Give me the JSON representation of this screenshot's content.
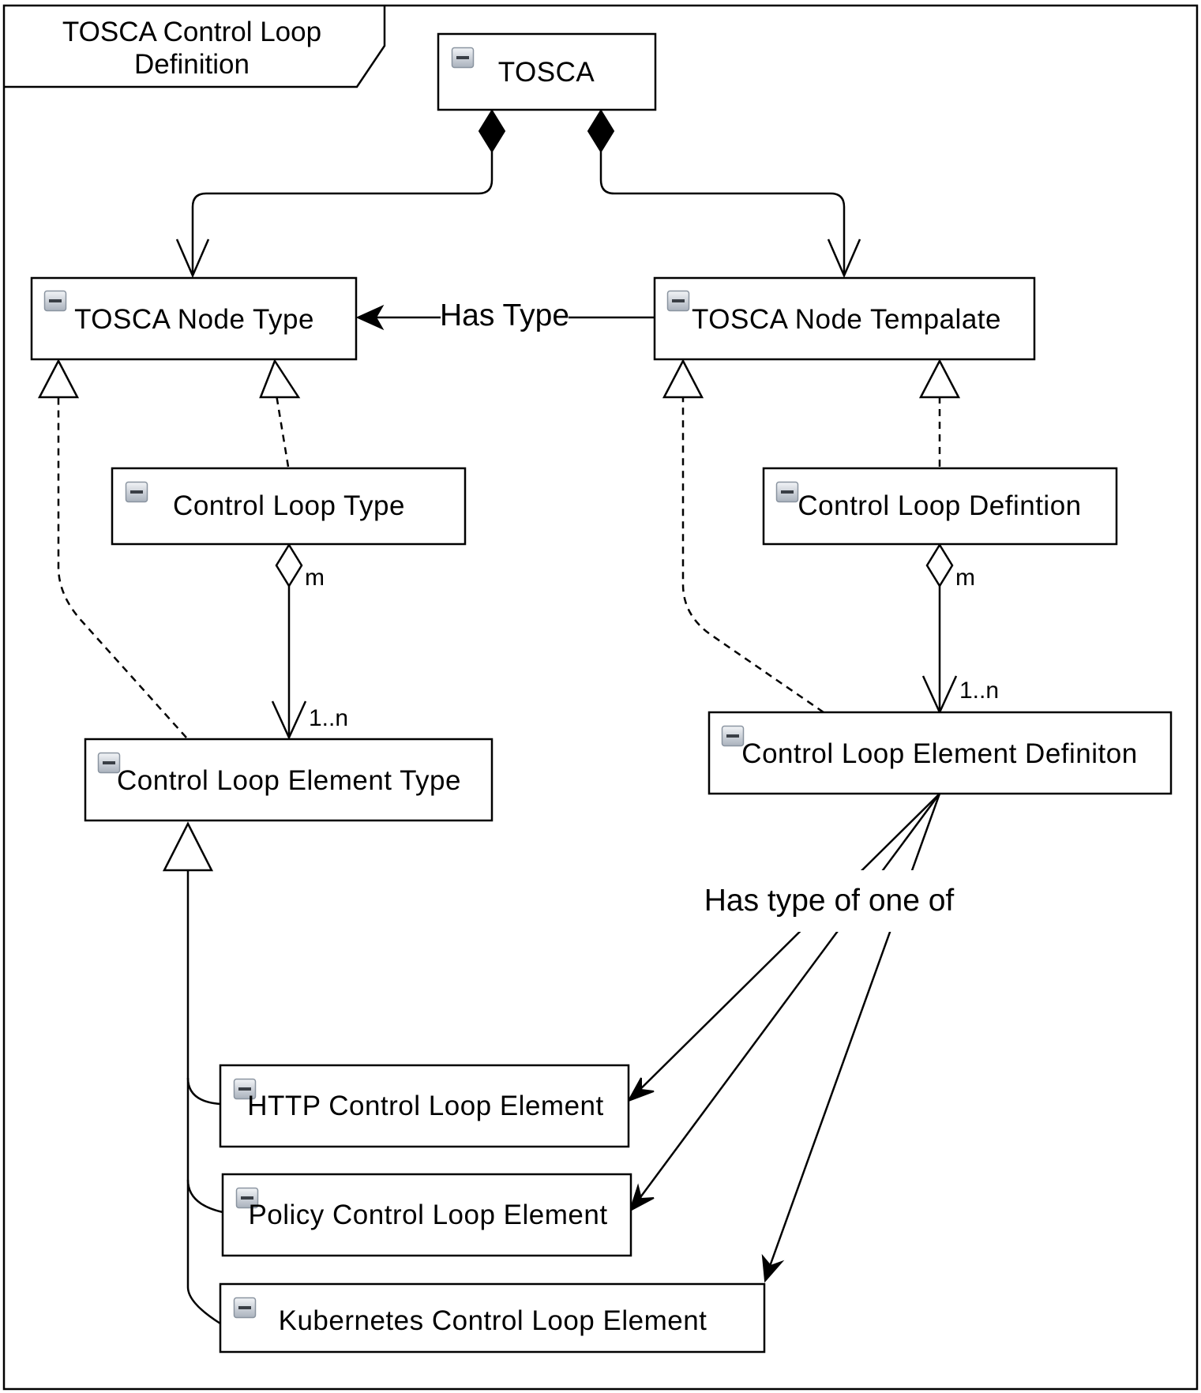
{
  "frame": {
    "title_line1": "TOSCA Control Loop",
    "title_line2": "Definition"
  },
  "nodes": {
    "tosca": "TOSCA",
    "tosca_node_type": "TOSCA Node Type",
    "tosca_node_template": "TOSCA Node Tempalate",
    "control_loop_type": "Control Loop Type",
    "control_loop_definition": "Control Loop Defintion",
    "control_loop_element_type": "Control Loop Element Type",
    "control_loop_element_definition": "Control Loop Element Definiton",
    "http_control_loop_element": "HTTP Control Loop Element",
    "policy_control_loop_element": "Policy Control Loop Element",
    "kubernetes_control_loop_element": "Kubernetes Control Loop Element"
  },
  "edges": {
    "has_type": "Has Type",
    "has_type_of_one_of": "Has type of one of",
    "mult_m_left": "m",
    "mult_1n_left": "1..n",
    "mult_m_right": "m",
    "mult_1n_right": "1..n"
  },
  "icons": {
    "collapse": "collapse-icon"
  }
}
